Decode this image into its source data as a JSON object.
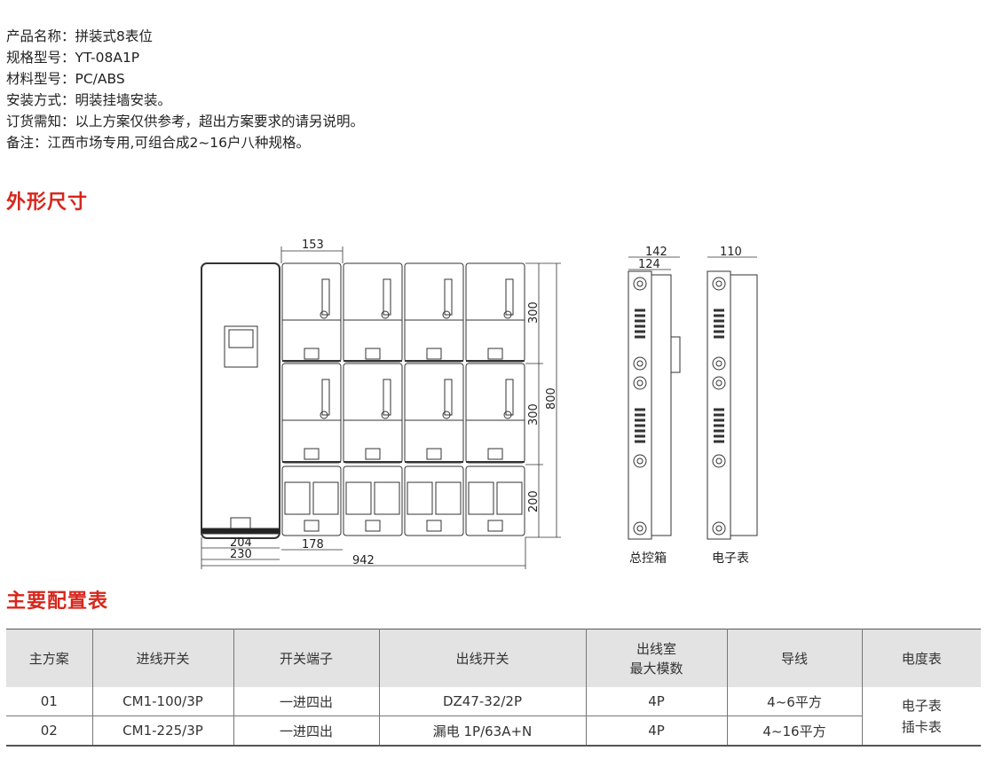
{
  "specs": [
    {
      "label": "产品名称：",
      "value": "拼装式8表位"
    },
    {
      "label": "规格型号：",
      "value": "YT-08A1P"
    },
    {
      "label": "材料型号：",
      "value": "PC/ABS"
    },
    {
      "label": "安装方式：",
      "value": "明装挂墙安装。"
    },
    {
      "label": "订货需知：",
      "value": "以上方案仅供参考，超出方案要求的请另说明。"
    },
    {
      "label": "备注：",
      "value": "江西市场专用,可组合成2~16户八种规格。"
    }
  ],
  "section_dimensions": "外形尺寸",
  "section_config": "主要配置表",
  "drawing": {
    "dims": {
      "d153": "153",
      "d300a": "300",
      "d300b": "300",
      "d800": "800",
      "d200": "200",
      "d204": "204",
      "d230": "230",
      "d178": "178",
      "d942": "942",
      "d142": "142",
      "d124": "124",
      "d110": "110"
    },
    "label_control": "总控箱",
    "label_meter": "电子表"
  },
  "table": {
    "headers": [
      "主方案",
      "进线开关",
      "开关端子",
      "出线开关",
      "出线室",
      "最大模数",
      "导线",
      "电度表"
    ],
    "rows": [
      [
        "01",
        "CM1-100/3P",
        "一进四出",
        "DZ47-32/2P",
        "4P",
        "4~6平方"
      ],
      [
        "02",
        "CM1-225/3P",
        "一进四出",
        "漏电 1P/63A+N",
        "4P",
        "4~16平方"
      ]
    ],
    "meter_line1": "电子表",
    "meter_line2": "插卡表"
  }
}
